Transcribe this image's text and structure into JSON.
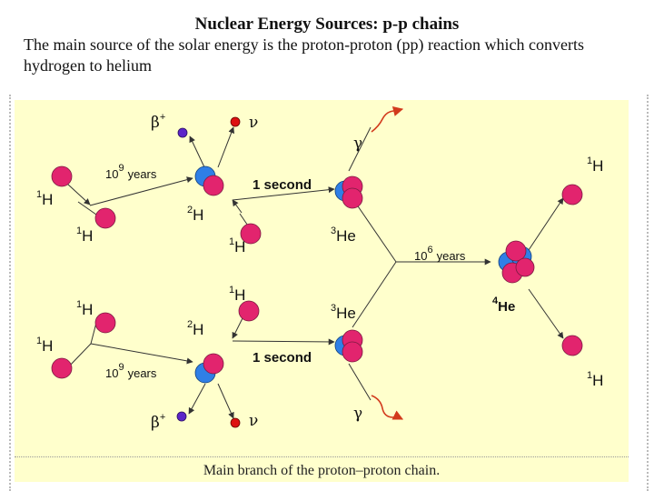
{
  "title": "Nuclear Energy Sources: p-p chains",
  "intro": "The main source of the solar energy is the proton-proton (pp) reaction which converts hydrogen to helium",
  "caption": "Main branch of the proton–proton chain.",
  "labels": {
    "H": "H",
    "He": "He",
    "sup_1": "1",
    "sup_2": "2",
    "sup_3": "3",
    "sup_4": "4",
    "ten": "10",
    "exp9": "9",
    "exp6": "6",
    "years": "years",
    "one_second": "1 second",
    "beta": "β",
    "plus": "+",
    "nu": "ν",
    "gamma": "γ"
  },
  "colors": {
    "proton": "#e2246e",
    "neutron": "#2f7fe6",
    "positron": "#5b25c8",
    "neutrino": "#dd1111",
    "gamma_wave": "#d23a1c",
    "panel_bg": "#ffffcc"
  }
}
